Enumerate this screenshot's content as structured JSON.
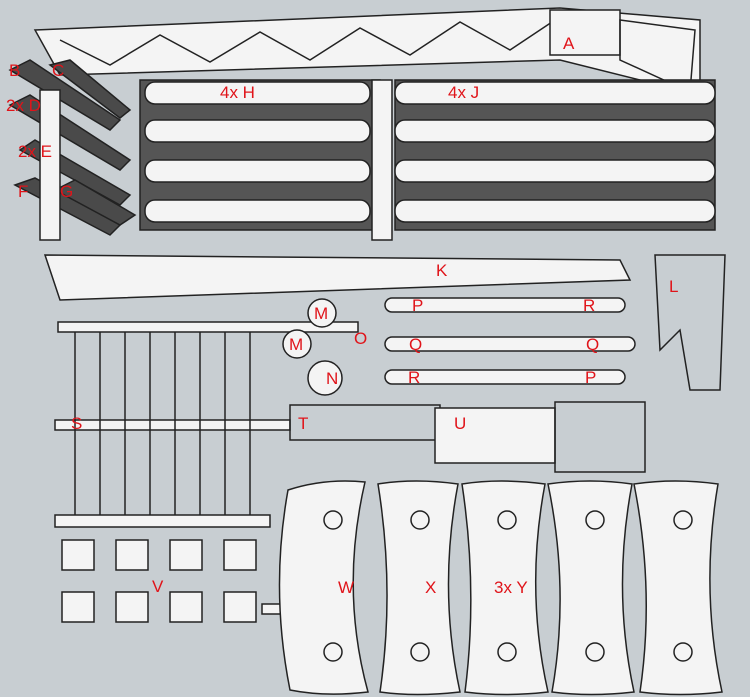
{
  "colors": {
    "background": "#c8ced2",
    "part": "#f4f4f4",
    "outline": "#222222",
    "label": "#e0141a",
    "dark_beam": "#4a4a4a"
  },
  "labels": {
    "A": "A",
    "B": "B",
    "C": "C",
    "D": "2x D",
    "E": "2x E",
    "F": "F",
    "G": "G",
    "H": "4x H",
    "J": "4x J",
    "K": "K",
    "L": "L",
    "M1": "M",
    "M2": "M",
    "N": "N",
    "O": "O",
    "P1": "P",
    "P2": "P",
    "Q1": "Q",
    "Q2": "Q",
    "R1": "R",
    "R2": "R",
    "S": "S",
    "T": "T",
    "U": "U",
    "V": "V",
    "W": "W",
    "X": "X",
    "Y": "3x Y"
  }
}
